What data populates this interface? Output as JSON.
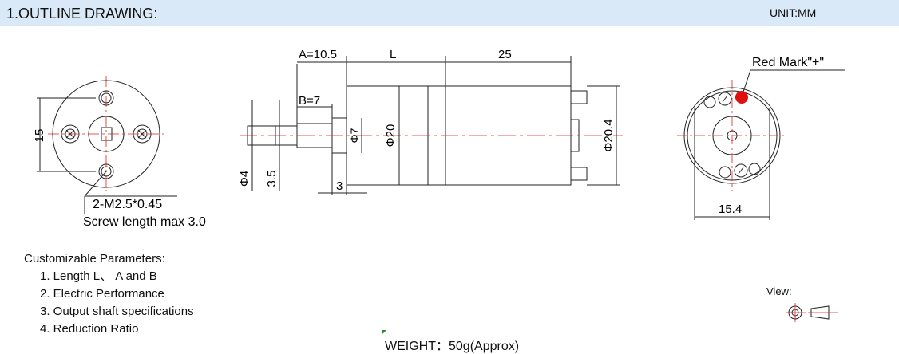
{
  "header": {
    "title": "1.OUTLINE DRAWING:",
    "unit": "UNIT:MM"
  },
  "dimensions": {
    "front_height": "15",
    "screw_spec": "2-M2.5*0.45",
    "screw_length": "Screw length max 3.0",
    "a": "A=10.5",
    "l": "L",
    "motor_len": "25",
    "b": "B=7",
    "phi7": "Φ7",
    "phi20": "Φ20",
    "phi20_4": "Φ20.4",
    "phi4": "Φ4",
    "flat": "3.5",
    "three": "3",
    "red_mark": "Red Mark\"+\"",
    "rear_width": "15.4"
  },
  "params": {
    "heading": "Customizable Parameters:",
    "items": [
      "1. Length  L、 A and B",
      "2. Electric Performance",
      "3. Output shaft specifications",
      "4. Reduction Ratio"
    ]
  },
  "weight": "WEIGHT：50g(Approx)",
  "view_label": "View:",
  "colors": {
    "header_bg": "#d9e9f7",
    "red_mark": "#e01010",
    "center_line": "#e02020"
  }
}
